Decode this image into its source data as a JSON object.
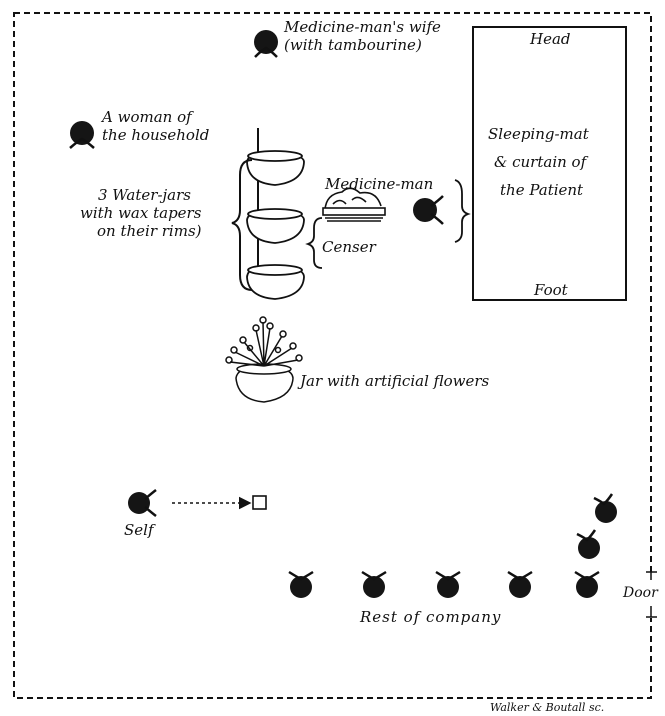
{
  "diagram": {
    "labels": {
      "wife_line1": "Medicine-man's wife",
      "wife_line2": "(with tambourine)",
      "woman_line1": "A woman of",
      "woman_line2": "the household",
      "jars_line1": "3 Water-jars",
      "jars_line2": "with wax tapers",
      "jars_line3": "on their rims)",
      "medicine_man": "Medicine-man",
      "censer": "Censer",
      "head": "Head",
      "mat_line1": "Sleeping-mat",
      "mat_line2": "& curtain of",
      "mat_line3": "the Patient",
      "foot": "Foot",
      "flowers": "Jar with artificial flowers",
      "self": "Self",
      "company": "Rest of company",
      "door": "Door",
      "credit": "Walker & Boutall sc."
    }
  }
}
